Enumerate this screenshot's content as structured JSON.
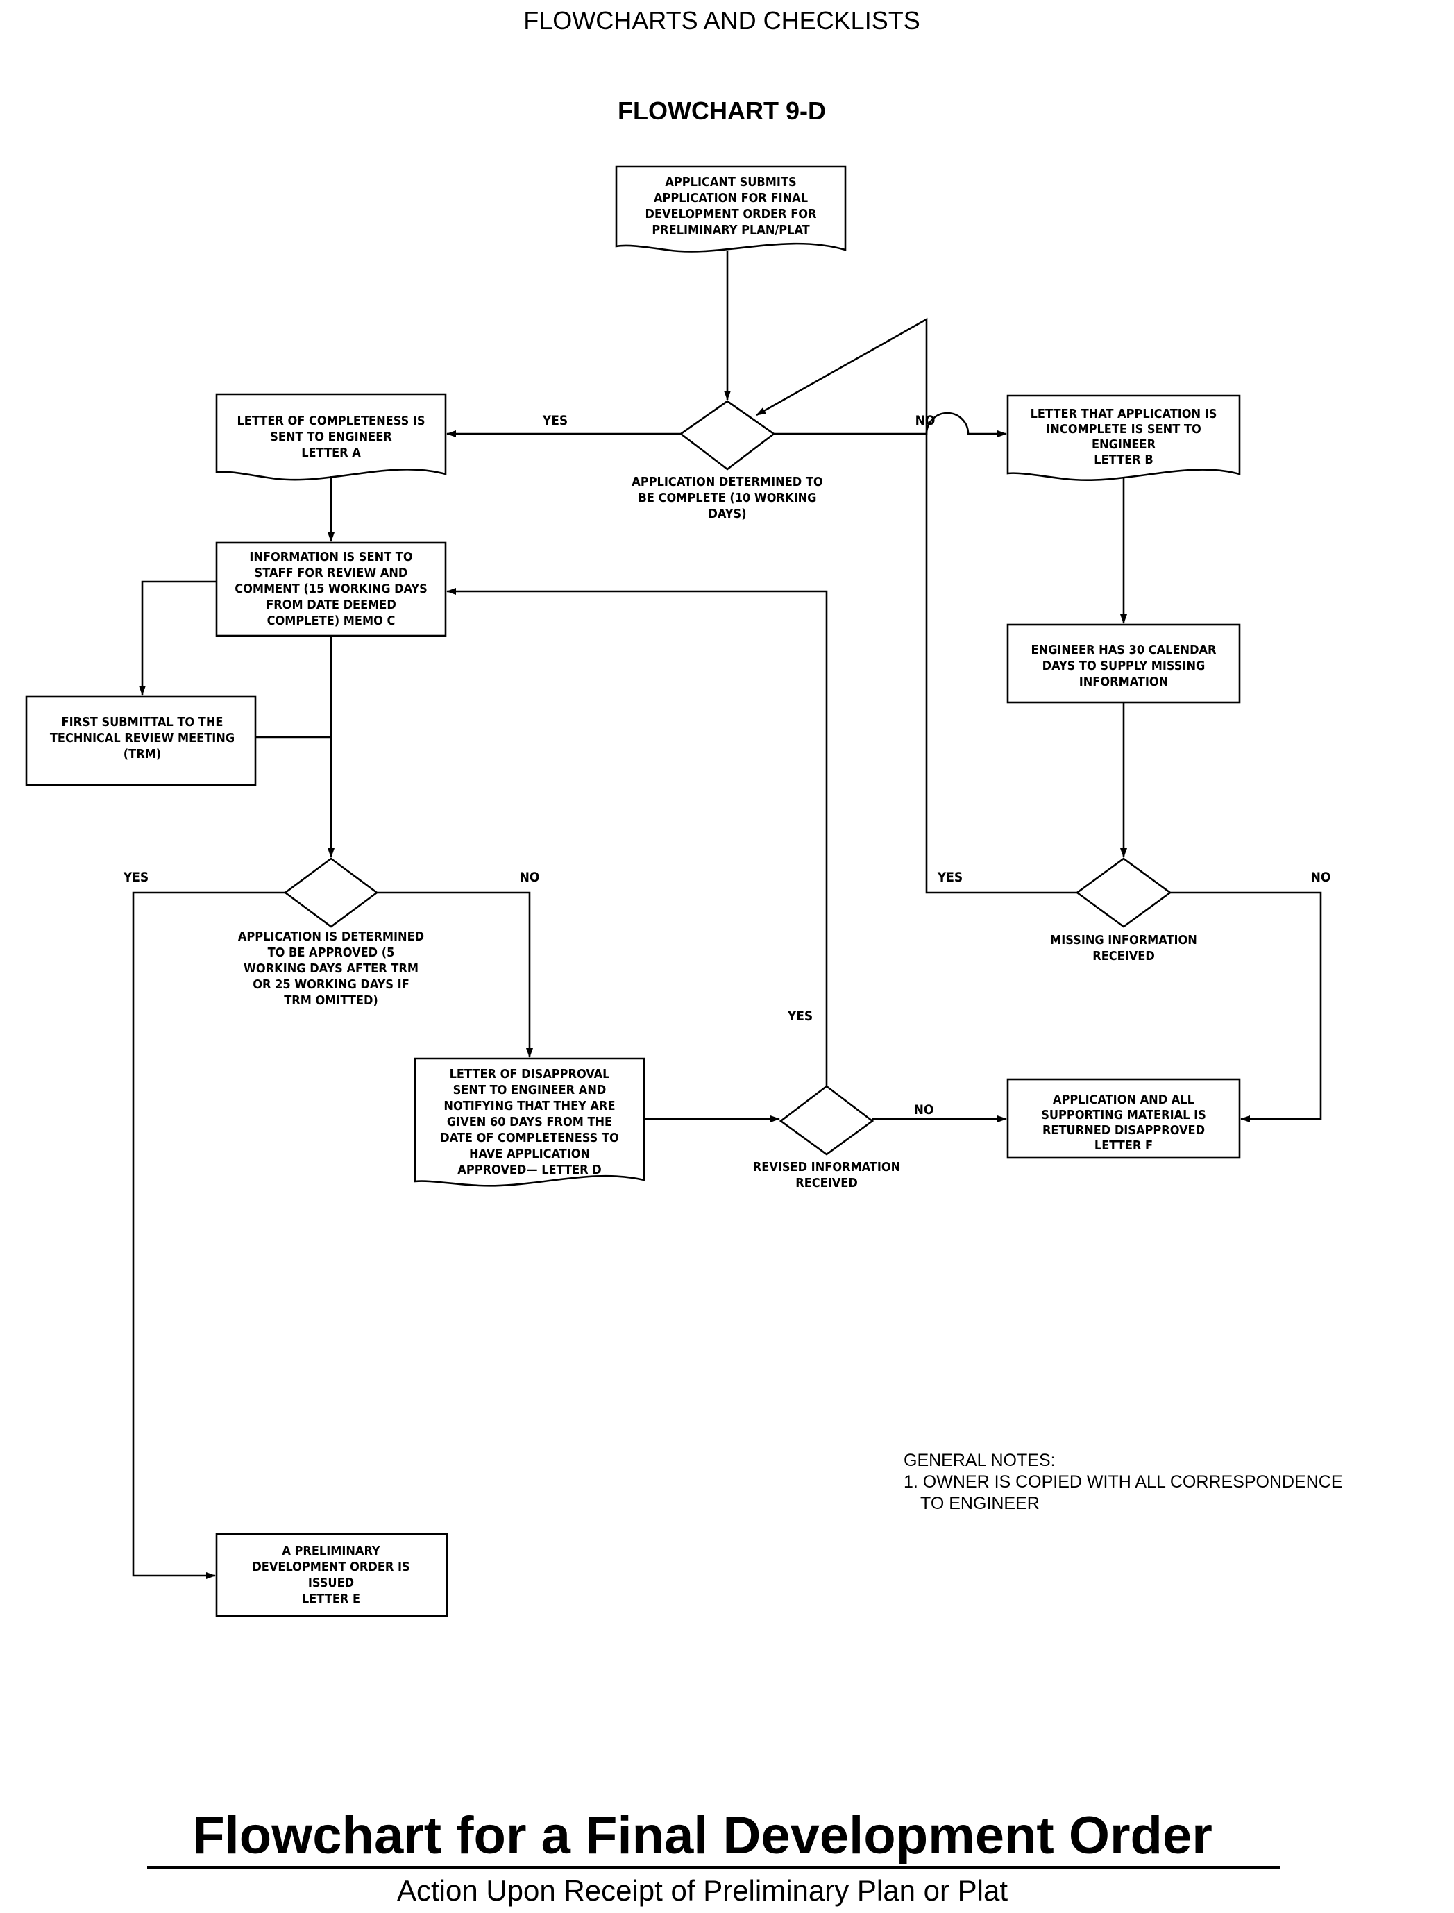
{
  "header": "FLOWCHARTS AND CHECKLISTS",
  "subtitle": "FLOWCHART 9-D",
  "nodes": {
    "submit": [
      "APPLICANT SUBMITS",
      "APPLICATION FOR FINAL",
      "DEVELOPMENT ORDER FOR",
      "PRELIMINARY PLAN/PLAT"
    ],
    "complete_letter": [
      "LETTER OF COMPLETENESS IS",
      "SENT TO ENGINEER",
      "LETTER A"
    ],
    "incomplete_letter": [
      "LETTER THAT APPLICATION IS",
      "INCOMPLETE IS SENT TO",
      "ENGINEER",
      "LETTER B"
    ],
    "staff_review": [
      "INFORMATION IS SENT TO",
      "STAFF FOR REVIEW AND",
      "COMMENT (15 WORKING DAYS",
      "FROM DATE DEEMED",
      "COMPLETE) MEMO C"
    ],
    "engineer_30": [
      "ENGINEER HAS 30 CALENDAR",
      "DAYS TO SUPPLY MISSING",
      "INFORMATION"
    ],
    "trm": [
      "FIRST SUBMITTAL TO THE",
      "TECHNICAL REVIEW MEETING",
      "(TRM)"
    ],
    "disapproval": [
      "LETTER OF DISAPPROVAL",
      "SENT TO ENGINEER AND",
      "NOTIFYING THAT THEY ARE",
      "GIVEN 60 DAYS FROM THE",
      "DATE OF COMPLETENESS TO",
      "HAVE APPLICATION",
      "APPROVED— LETTER D"
    ],
    "returned": [
      "APPLICATION AND ALL",
      "SUPPORTING MATERIAL IS",
      "RETURNED DISAPPROVED",
      "LETTER F"
    ],
    "issued": [
      "A PRELIMINARY",
      "DEVELOPMENT ORDER IS",
      "ISSUED",
      "LETTER E"
    ]
  },
  "decisions": {
    "complete": [
      "APPLICATION DETERMINED TO",
      "BE COMPLETE (10 WORKING",
      "DAYS)"
    ],
    "approved": [
      "APPLICATION IS DETERMINED",
      "TO BE APPROVED (5",
      "WORKING DAYS AFTER TRM",
      "OR 25 WORKING DAYS IF",
      "TRM OMITTED)"
    ],
    "missing": [
      "MISSING INFORMATION",
      "RECEIVED"
    ],
    "revised": [
      "REVISED INFORMATION",
      "RECEIVED"
    ]
  },
  "labels": {
    "yes": "YES",
    "no": "NO"
  },
  "notes": {
    "title": "GENERAL NOTES:",
    "item1_line1": "1.  OWNER IS COPIED WITH ALL CORRESPONDENCE",
    "item1_line2": "TO ENGINEER"
  },
  "footer": {
    "title": "Flowchart for a Final Development Order",
    "caption": "Action Upon Receipt of Preliminary Plan or Plat"
  }
}
